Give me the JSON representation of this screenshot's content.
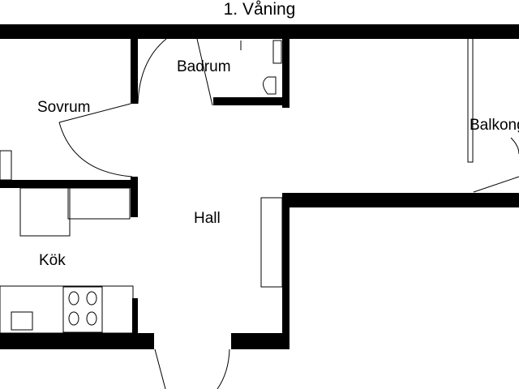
{
  "title": "1. Våning",
  "rooms": {
    "badrum": "Badrum",
    "sovrum": "Sovrum",
    "balkong": "Balkong",
    "hall": "Hall",
    "kok": "Kök"
  },
  "colors": {
    "wall": "#000000",
    "background": "#ffffff"
  }
}
